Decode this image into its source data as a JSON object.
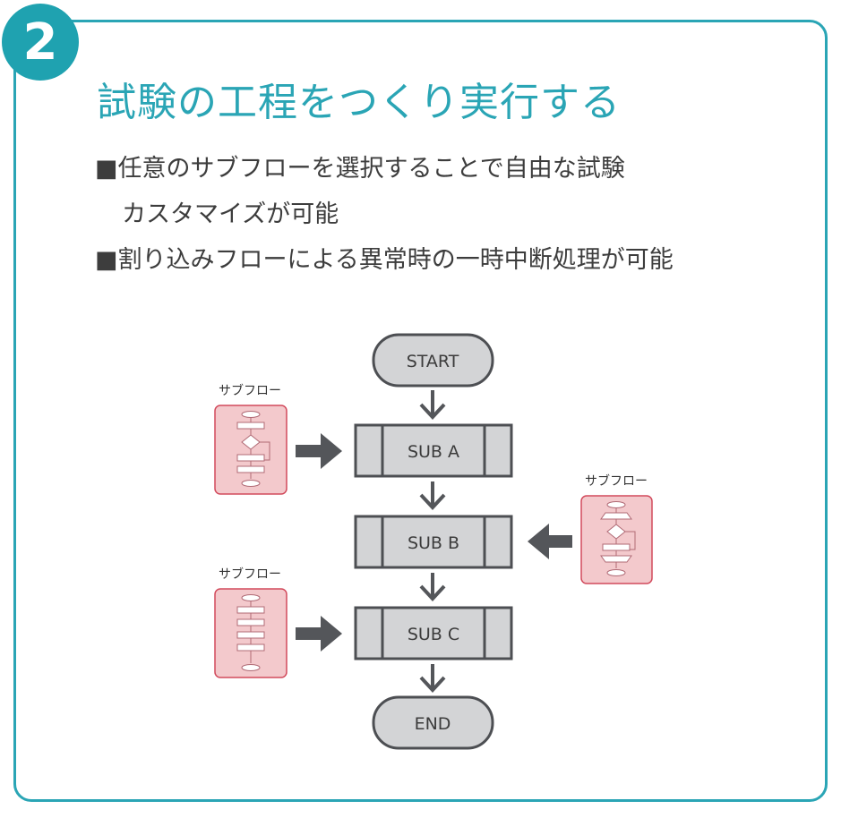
{
  "badge": {
    "number": "2"
  },
  "title": "試験の工程をつくり実行する",
  "bullets": {
    "b1_line1": "■任意のサブフローを選択することで自由な試験",
    "b1_line2": "カスタマイズが可能",
    "b2": "■割り込みフローによる異常時の一時中断処理が可能"
  },
  "flow": {
    "start": "START",
    "sub_a": "SUB A",
    "sub_b": "SUB B",
    "sub_c": "SUB C",
    "end": "END"
  },
  "subflows": {
    "label_1": "サブフロー",
    "label_2": "サブフロー",
    "label_3": "サブフロー"
  },
  "colors": {
    "accent": "#2aa5b5",
    "node_fill": "#d3d4d6",
    "node_stroke": "#4d4f53",
    "subflow_fill": "#f3c9cc",
    "subflow_stroke": "#d24a5c",
    "arrow": "#54565a"
  }
}
